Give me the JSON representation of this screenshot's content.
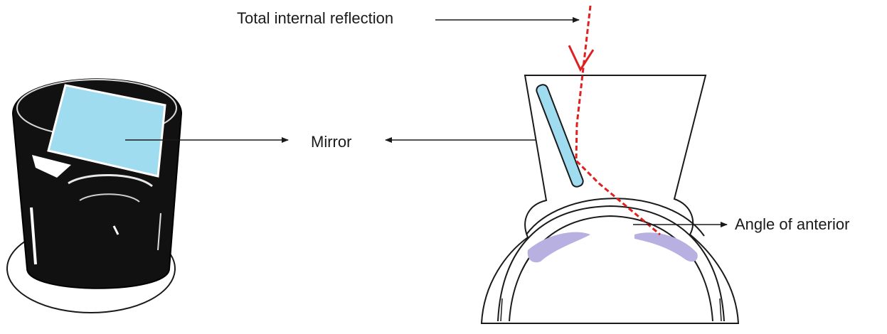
{
  "labels": {
    "total_internal_reflection": "Total internal reflection",
    "mirror": "Mirror",
    "angle_of_anterior": "Angle of anterior"
  },
  "colors": {
    "mirror_fill": "#9fdcf0",
    "light_ray": "#e02020",
    "angle_tissue": "#b8b0e0",
    "lens_body": "#111111",
    "outline": "#1a1a1a"
  },
  "icons": {
    "lens_photo": "gonioscopy-lens-illustration",
    "cross_section": "gonioscopy-lens-cross-section"
  }
}
